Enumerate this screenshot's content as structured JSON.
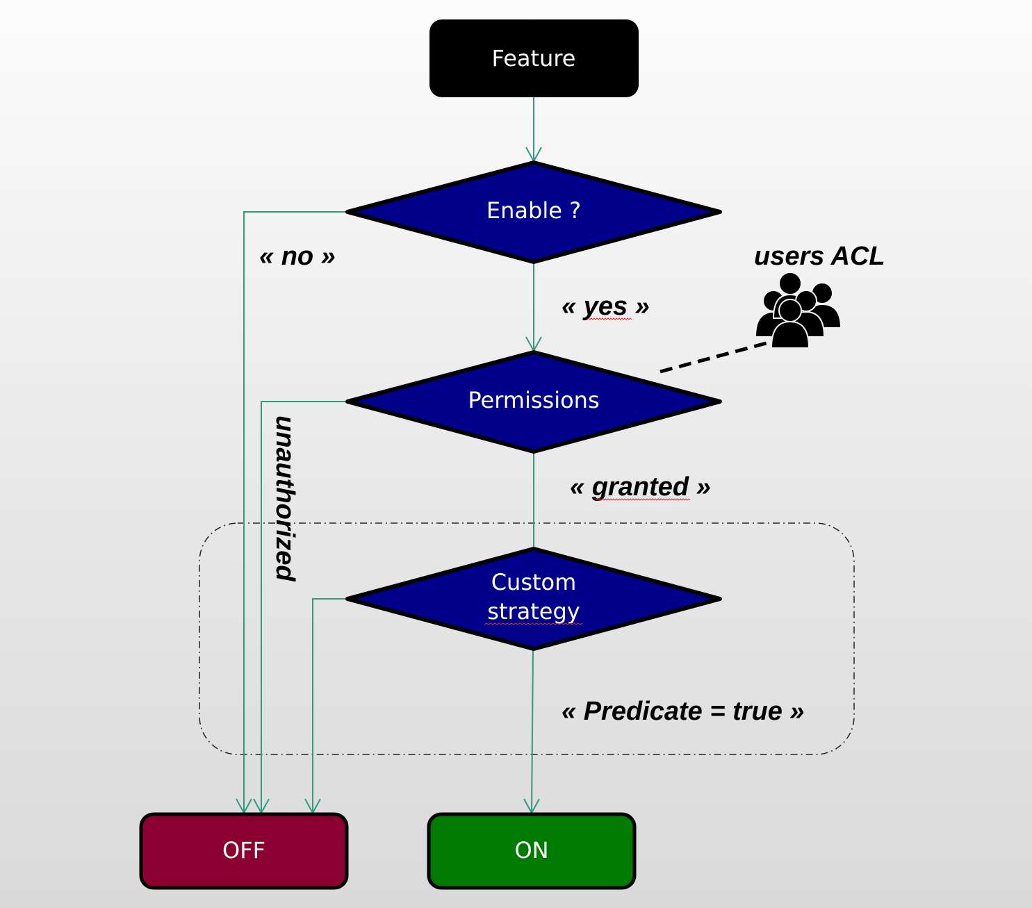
{
  "diagram": {
    "nodes": {
      "feature": {
        "label": "Feature",
        "shape": "rounded-rect",
        "fill": "#000000"
      },
      "enable": {
        "label": "Enable ?",
        "shape": "diamond",
        "fill": "#00008b"
      },
      "permissions": {
        "label": "Permissions",
        "shape": "diamond",
        "fill": "#00008b"
      },
      "custom_strategy": {
        "label_line1": "Custom",
        "label_line2": "strategy",
        "shape": "diamond",
        "fill": "#00008b"
      },
      "off": {
        "label": "OFF",
        "shape": "rounded-rect",
        "fill": "#8b0030"
      },
      "on": {
        "label": "ON",
        "shape": "rounded-rect",
        "fill": "#007a00"
      }
    },
    "edge_labels": {
      "no": "« no »",
      "yes": "« yes »",
      "unauthorized": "unauthorized",
      "granted": "« granted »",
      "predicate_true": "« Predicate = true »"
    },
    "annotations": {
      "users_acl": "users ACL",
      "users_icon": "users-group-icon"
    },
    "edges": [
      {
        "from": "feature",
        "to": "enable"
      },
      {
        "from": "enable",
        "to": "off",
        "label": "no"
      },
      {
        "from": "enable",
        "to": "permissions",
        "label": "yes"
      },
      {
        "from": "permissions",
        "to": "off",
        "label": "unauthorized"
      },
      {
        "from": "permissions",
        "to": "custom_strategy",
        "label": "granted"
      },
      {
        "from": "custom_strategy",
        "to": "off"
      },
      {
        "from": "custom_strategy",
        "to": "on",
        "label": "predicate_true"
      }
    ],
    "colors": {
      "connector": "#2e9a7e",
      "diamond": "#00008b",
      "off": "#8b0030",
      "on": "#007a00"
    }
  }
}
